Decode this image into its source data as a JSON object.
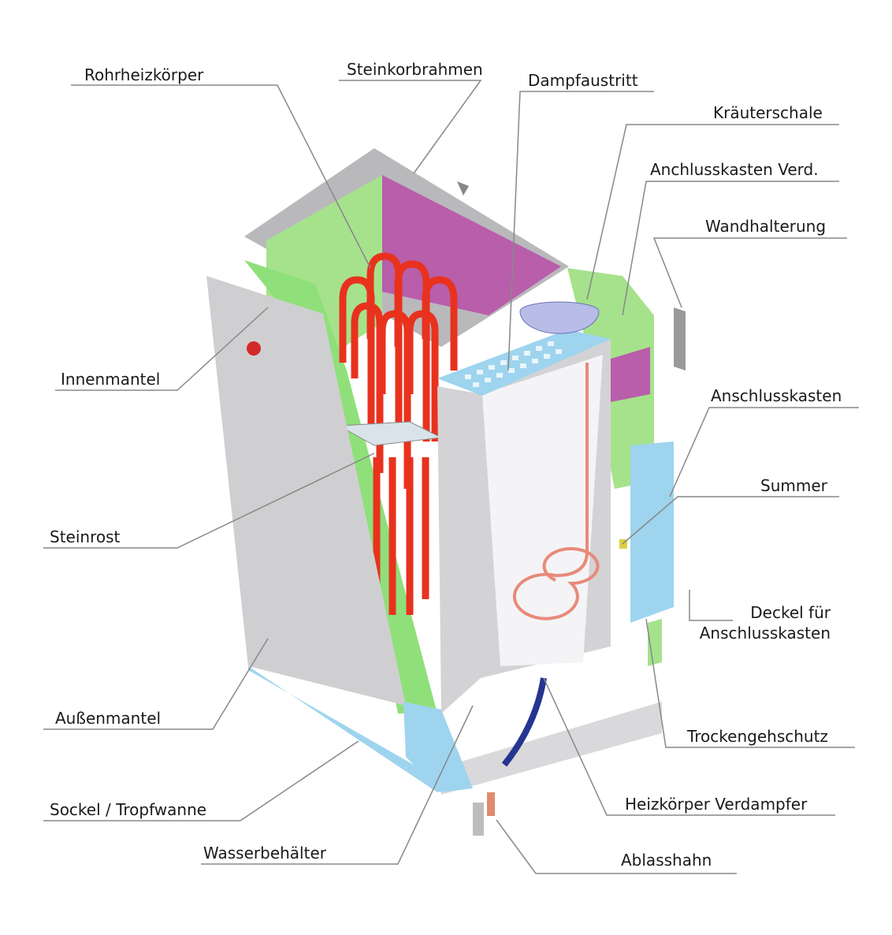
{
  "labels": {
    "rohrheizkoerper": "Rohrheizkörper",
    "steinkorbrahmen": "Steinkorbrahmen",
    "dampfaustritt": "Dampfaustritt",
    "kraeuterschale": "Kräuterschale",
    "anschlusskasten_verd": "Anchlusskasten Verd.",
    "wandhalterung": "Wandhalterung",
    "innenmantel": "Innenmantel",
    "anschlusskasten": "Anschlusskasten",
    "summer": "Summer",
    "deckel_line1": "Deckel für",
    "deckel_line2": "Anschlusskasten",
    "steinrost": "Steinrost",
    "aussenmantel": "Außenmantel",
    "trockengehschutz": "Trockengehschutz",
    "sockel": "Sockel / Tropfwanne",
    "heizkoerper_verdampfer": "Heizkörper Verdampfer",
    "wasserbehaelter": "Wasserbehälter",
    "ablasshahn": "Ablasshahn"
  },
  "colors": {
    "panel_gray": "#cfcfd1",
    "green": "#8fe07a",
    "magenta": "#b45aa8",
    "heater_red": "#e8321e",
    "light_blue": "#9ed4ee",
    "leader_line": "#777777"
  }
}
